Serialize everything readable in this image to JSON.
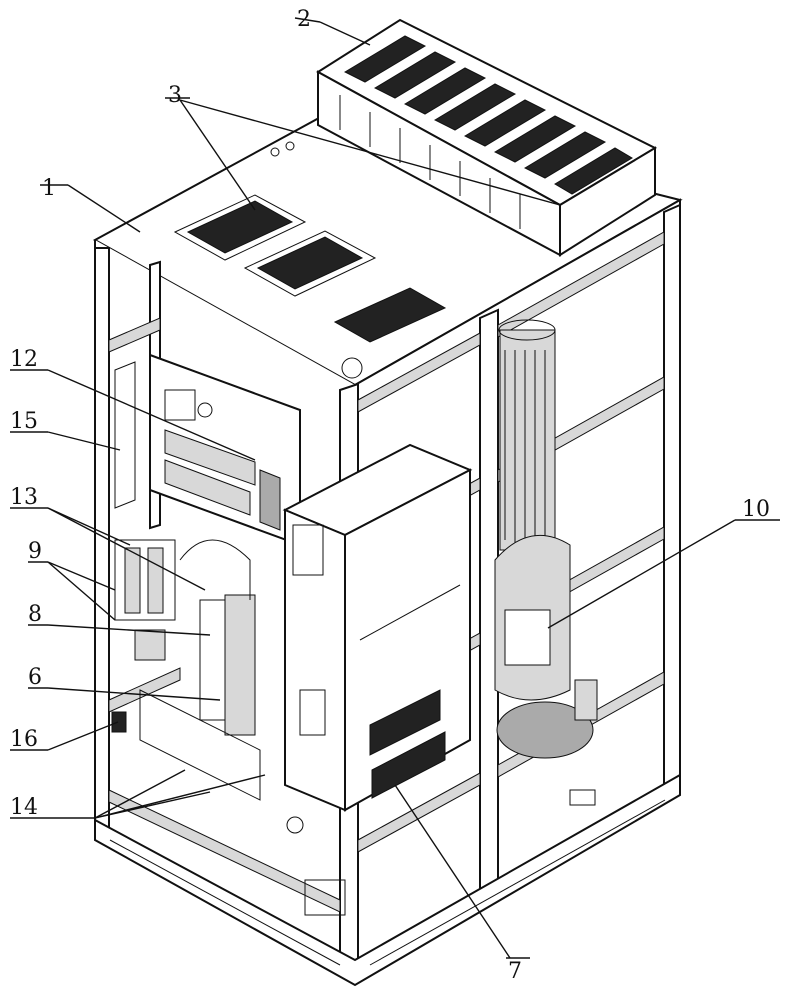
{
  "labels": [
    {
      "id": "1",
      "text": "1"
    },
    {
      "id": "2",
      "text": "2"
    },
    {
      "id": "3",
      "text": "3"
    },
    {
      "id": "12",
      "text": "12"
    },
    {
      "id": "15",
      "text": "15"
    },
    {
      "id": "13",
      "text": "13"
    },
    {
      "id": "9",
      "text": "9"
    },
    {
      "id": "8",
      "text": "8"
    },
    {
      "id": "6",
      "text": "6"
    },
    {
      "id": "16",
      "text": "16"
    },
    {
      "id": "14",
      "text": "14"
    },
    {
      "id": "10",
      "text": "10"
    },
    {
      "id": "7",
      "text": "7"
    }
  ]
}
